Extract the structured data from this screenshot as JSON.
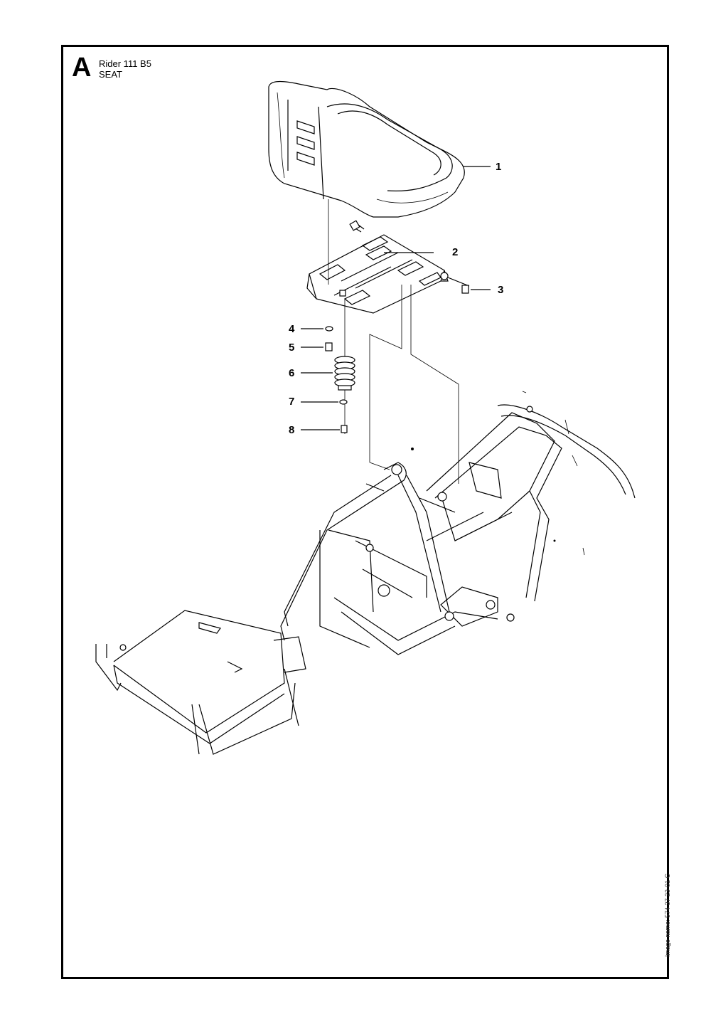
{
  "header": {
    "section_letter": "A",
    "model": "Rider 111 B5",
    "subtitle": "SEAT"
  },
  "callouts": [
    "1",
    "2",
    "3",
    "4",
    "5",
    "6",
    "7",
    "8"
  ],
  "image_name": "Image name: 574 37 23-01 C"
}
